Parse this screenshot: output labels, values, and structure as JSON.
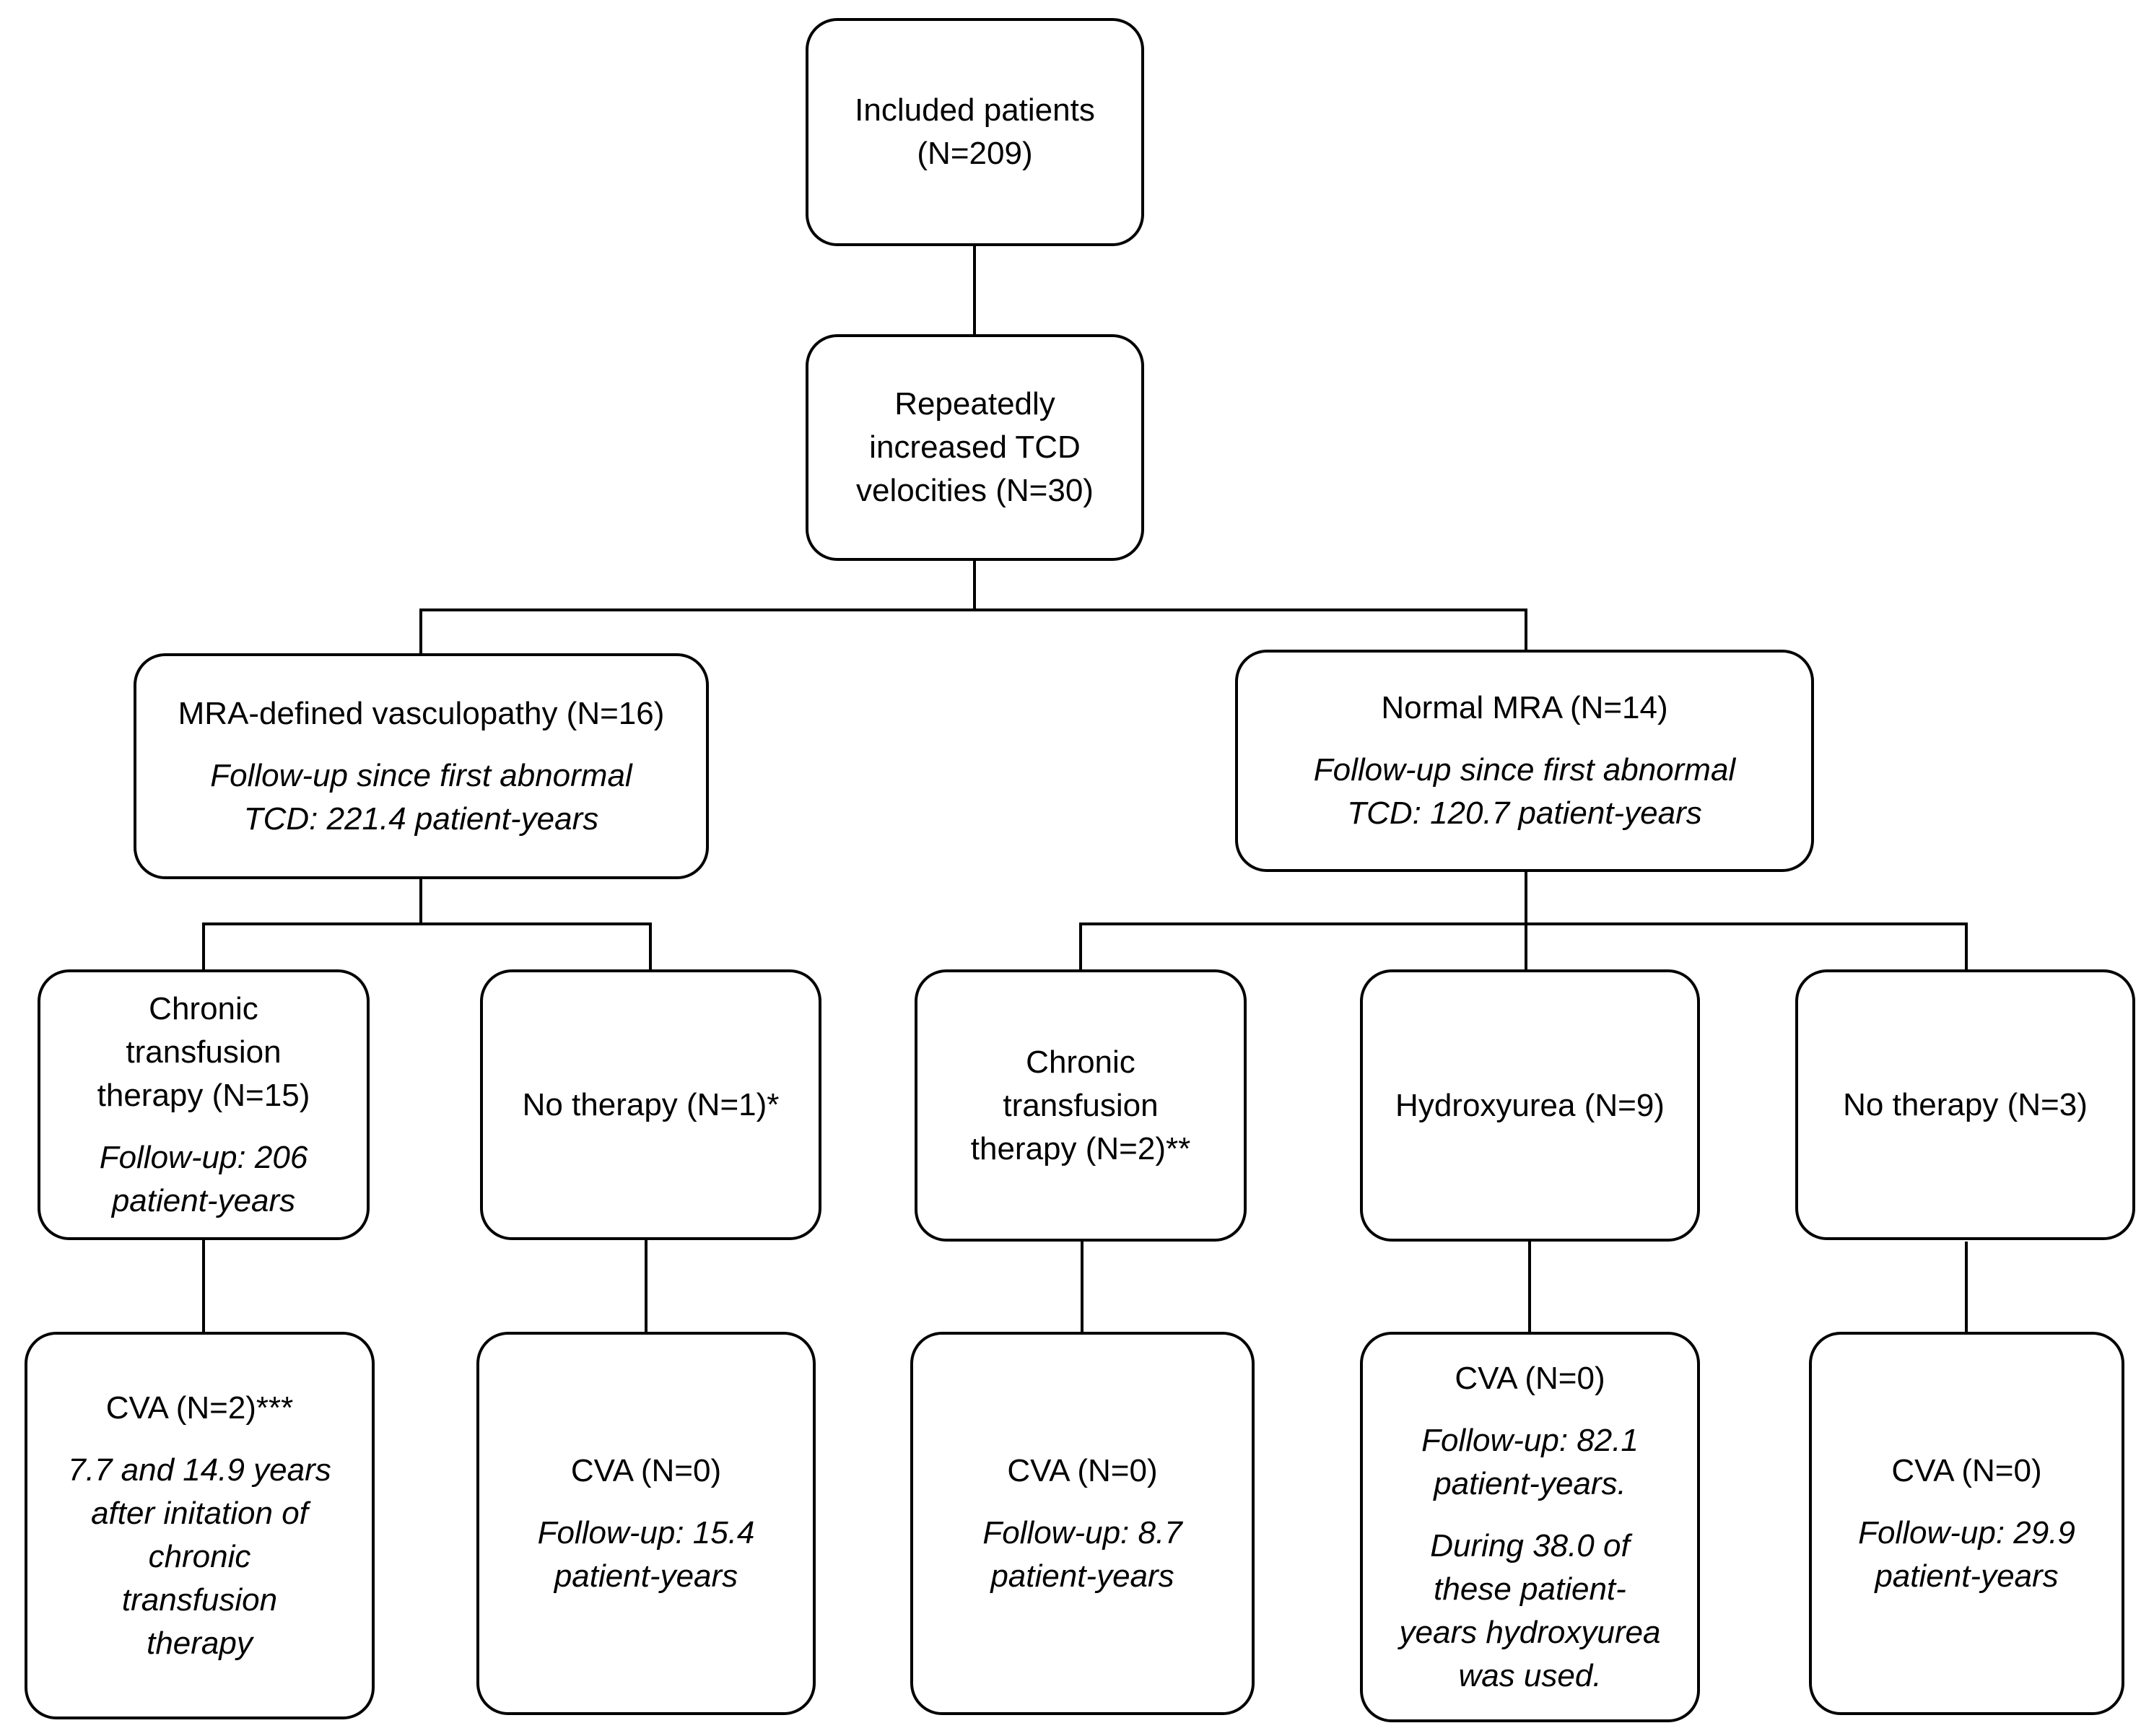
{
  "flowchart": {
    "background_color": "#ffffff",
    "line_color": "#000000",
    "text_color": "#000000",
    "nodes": [
      {
        "id": "included",
        "title": "Included patients\n(N=209)"
      },
      {
        "id": "tcd",
        "title": "Repeatedly\nincreased TCD\nvelocities (N=30)"
      },
      {
        "id": "mra_vasculopathy",
        "title": "MRA-defined vasculopathy (N=16)",
        "note": "Follow-up since first abnormal\nTCD: 221.4 patient-years"
      },
      {
        "id": "normal_mra",
        "title": "Normal MRA (N=14)",
        "note": "Follow-up since first abnormal\nTCD: 120.7 patient-years"
      },
      {
        "id": "chronic_transfusion_15",
        "title": "Chronic\ntransfusion\ntherapy (N=15)",
        "note": "Follow-up: 206\npatient-years"
      },
      {
        "id": "no_therapy_1",
        "title": "No therapy (N=1)*"
      },
      {
        "id": "chronic_transfusion_2",
        "title": "Chronic\ntransfusion\ntherapy (N=2)**"
      },
      {
        "id": "hydroxyurea_9",
        "title": "Hydroxyurea (N=9)"
      },
      {
        "id": "no_therapy_3",
        "title": "No therapy (N=3)"
      },
      {
        "id": "cva_chronic_transfusion_15",
        "title": "CVA (N=2)***",
        "note": "7.7 and 14.9 years\nafter initation of\nchronic\ntransfusion\ntherapy"
      },
      {
        "id": "cva_no_therapy_1",
        "title": "CVA (N=0)",
        "note": "Follow-up: 15.4\npatient-years"
      },
      {
        "id": "cva_chronic_transfusion_2",
        "title": "CVA (N=0)",
        "note": "Follow-up: 8.7\npatient-years"
      },
      {
        "id": "cva_hydroxyurea",
        "title": "CVA (N=0)",
        "note": "Follow-up: 82.1\npatient-years.",
        "note2": "During 38.0 of\nthese patient-\nyears hydroxyurea\nwas used."
      },
      {
        "id": "cva_no_therapy_3",
        "title": "CVA (N=0)",
        "note": "Follow-up: 29.9\npatient-years"
      }
    ],
    "edges": [
      {
        "from": "included",
        "to": "tcd"
      },
      {
        "from": "tcd",
        "to": "mra_vasculopathy"
      },
      {
        "from": "tcd",
        "to": "normal_mra"
      },
      {
        "from": "mra_vasculopathy",
        "to": "chronic_transfusion_15"
      },
      {
        "from": "mra_vasculopathy",
        "to": "no_therapy_1"
      },
      {
        "from": "normal_mra",
        "to": "chronic_transfusion_2"
      },
      {
        "from": "normal_mra",
        "to": "hydroxyurea_9"
      },
      {
        "from": "normal_mra",
        "to": "no_therapy_3"
      },
      {
        "from": "chronic_transfusion_15",
        "to": "cva_chronic_transfusion_15"
      },
      {
        "from": "no_therapy_1",
        "to": "cva_no_therapy_1"
      },
      {
        "from": "chronic_transfusion_2",
        "to": "cva_chronic_transfusion_2"
      },
      {
        "from": "hydroxyurea_9",
        "to": "cva_hydroxyurea"
      },
      {
        "from": "no_therapy_3",
        "to": "cva_no_therapy_3"
      }
    ]
  }
}
